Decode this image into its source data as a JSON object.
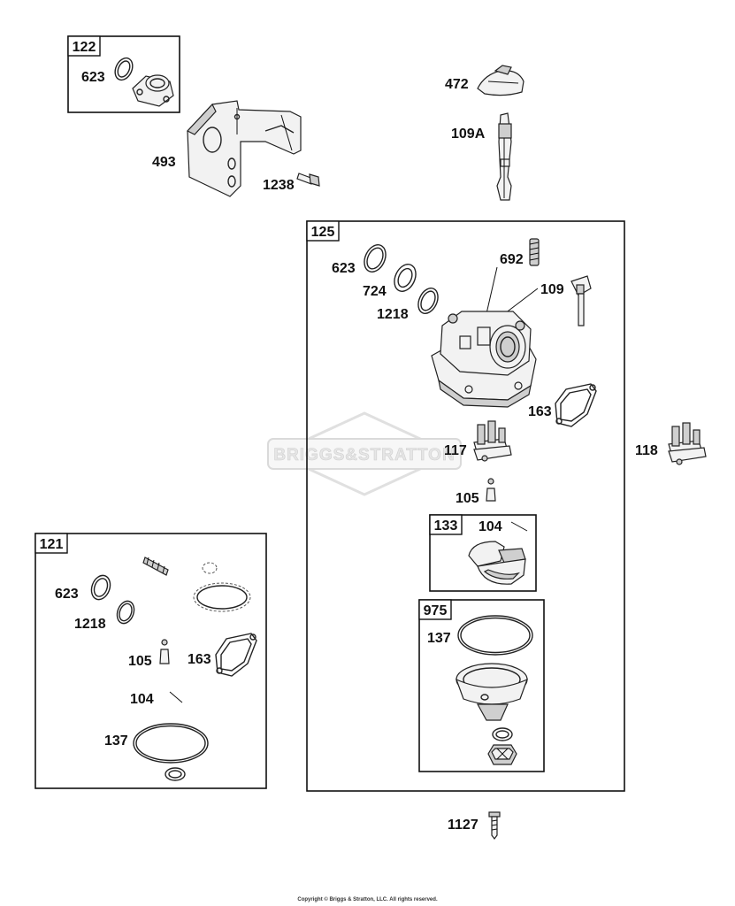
{
  "watermark": "BRIGGS&STRATTON",
  "copyright": "Copyright © Briggs & Stratton, LLC. All rights reserved.",
  "kits": {
    "k122": "122",
    "k125": "125",
    "k133": "133",
    "k975": "975",
    "k121": "121"
  },
  "labels": {
    "p623_a": "623",
    "p472": "472",
    "p109a": "109A",
    "p493": "493",
    "p1238": "1238",
    "p623_b": "623",
    "p692": "692",
    "p724": "724",
    "p109": "109",
    "p1218_a": "1218",
    "p163_a": "163",
    "p117": "117",
    "p118": "118",
    "p105_a": "105",
    "p104_a": "104",
    "p137_a": "137",
    "p623_c": "623",
    "p1218_b": "1218",
    "p105_b": "105",
    "p163_b": "163",
    "p104_b": "104",
    "p137_b": "137",
    "p1127": "1127"
  }
}
